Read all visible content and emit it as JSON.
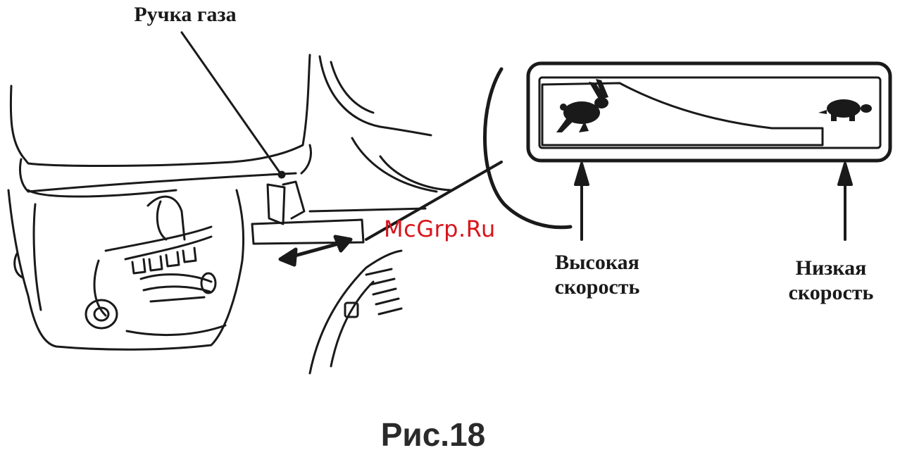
{
  "labels": {
    "throttle": "Ручка газа",
    "high_speed_line1": "Высокая",
    "high_speed_line2": "скорость",
    "low_speed_line1": "Низкая",
    "low_speed_line2": "скорость"
  },
  "watermark": "McGrp.Ru",
  "caption": "Рис.18",
  "icons": {
    "fast_symbol": "hare-icon",
    "slow_symbol": "turtle-icon"
  },
  "colors": {
    "line": "#1a1a1a",
    "watermark": "#d9141b"
  }
}
